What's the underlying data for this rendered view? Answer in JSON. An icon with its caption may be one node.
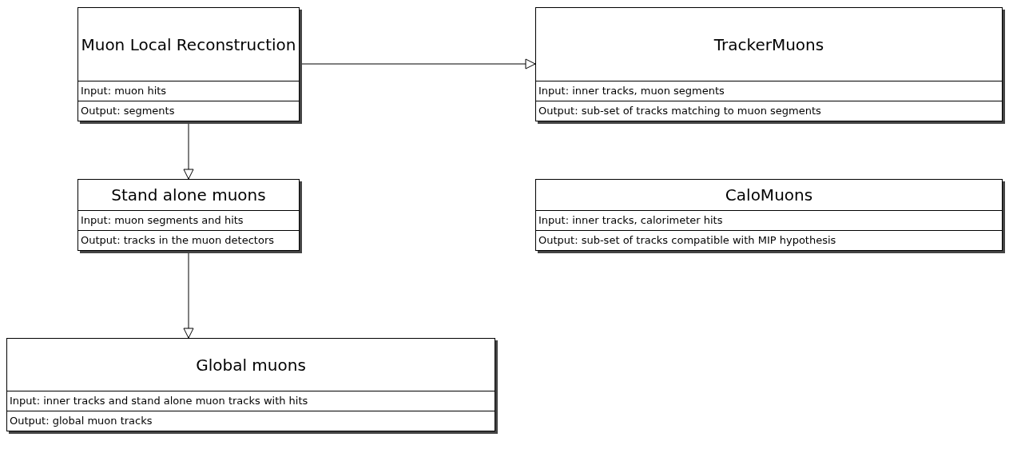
{
  "diagram": {
    "nodes": [
      {
        "text": [
          "Muon Local Reconstruction",
          "Input: muon hits",
          "Output: segments"
        ]
      },
      {
        "text": [
          "TrackerMuons",
          "Input: inner tracks, muon segments",
          "Output: sub-set of tracks matching to muon segments"
        ]
      },
      {
        "text": [
          "Stand alone muons",
          "Input: muon segments and hits",
          "Output: tracks in the muon detectors"
        ]
      },
      {
        "text": [
          "CaloMuons",
          "Input: inner tracks, calorimeter hits",
          "Output: sub-set of tracks compatible with MIP hypothesis"
        ]
      },
      {
        "text": [
          "Global muons",
          "Input: inner tracks and stand alone muon tracks with hits",
          "Output: global muon tracks"
        ]
      }
    ],
    "edges": [
      {
        "from": 0,
        "to": 1,
        "arrow": "to"
      },
      {
        "from": 0,
        "to": 2,
        "arrow": "to"
      },
      {
        "from": 2,
        "to": 4,
        "arrow": "to"
      }
    ]
  }
}
